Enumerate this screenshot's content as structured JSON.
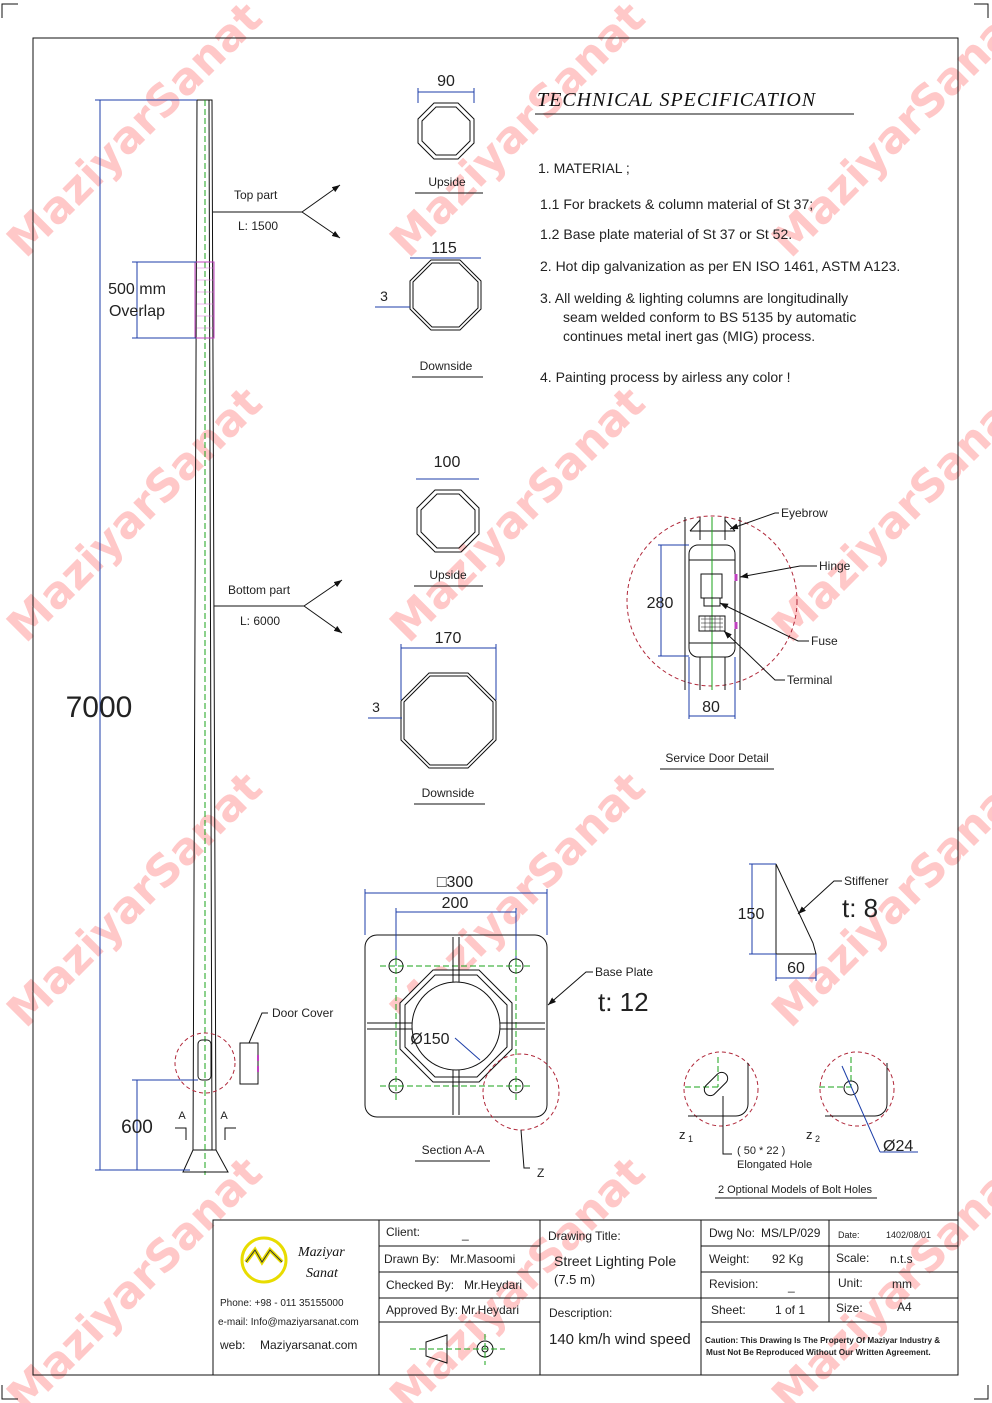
{
  "watermark": "MaziyarSanat",
  "colors": {
    "dimension": "#1c3ea8",
    "centerline": "#1aa31a",
    "detail_circle": "#b0283a",
    "watermark": "#ffc8c8",
    "logo": "#f2e600"
  },
  "pole": {
    "total_height": "7000",
    "overlap_line1": "500 mm",
    "overlap_line2": "Overlap",
    "base_height": "600",
    "top_part_label": "Top part",
    "top_part_length": "L: 1500",
    "bottom_part_label": "Bottom part",
    "bottom_part_length": "L: 6000",
    "door_cover_label": "Door Cover",
    "section_mark": "A"
  },
  "sections": [
    {
      "dim": "90",
      "label": "Upside"
    },
    {
      "dim": "115",
      "thickness": "3",
      "label": "Downside"
    },
    {
      "dim": "100",
      "label": "Upside"
    },
    {
      "dim": "170",
      "thickness": "3",
      "label": "Downside"
    }
  ],
  "spec": {
    "title": "TECHNICAL SPECIFICATION",
    "items": [
      "1. MATERIAL ;",
      "1.1  For brackets & column material of St 37;",
      "1.2  Base plate material of St 37 or St 52.",
      "2.  Hot dip galvanization as per EN ISO 1461, ASTM A123.",
      "3.  All welding & lighting columns are longitudinally",
      "seam welded conform to BS 5135 by automatic",
      "continues metal inert gas (MIG) process.",
      "4.  Painting process by airless any color !"
    ]
  },
  "service_door": {
    "height": "280",
    "width": "80",
    "eyebrow": "Eyebrow",
    "hinge": "Hinge",
    "fuse": "Fuse",
    "terminal": "Terminal",
    "title": "Service Door Detail"
  },
  "base_plate": {
    "outer": "□300",
    "bolt_spacing": "200",
    "hole": "Ø150",
    "label": "Base Plate",
    "thickness": "t: 12",
    "section_title": "Section A-A",
    "detail_mark": "Z"
  },
  "stiffener": {
    "height": "150",
    "width": "60",
    "label": "Stiffener",
    "thickness": "t: 8"
  },
  "bolt_holes": {
    "z1": "z",
    "z1_sub": "1",
    "z2": "z",
    "z2_sub": "2",
    "elongated_size": "( 50 * 22 )",
    "elongated_label": "Elongated Hole",
    "round": "Ø24",
    "title": "2 Optional Models of Bolt Holes"
  },
  "title_block": {
    "company_line1": "Maziyar",
    "company_line2": "Sanat",
    "phone": "Phone: +98 - 011 35155000",
    "email": "e-mail:  Info@maziyarsanat.com",
    "web_label": "web:",
    "web": "Maziyarsanat.com",
    "client_label": "Client:",
    "client": "_",
    "drawn_label": "Drawn By:",
    "drawn": "Mr.Masoomi",
    "checked_label": "Checked By:",
    "checked": "Mr.Heydari",
    "approved_label": "Approved By:",
    "approved": "Mr.Heydari",
    "drawing_title_label": "Drawing Title:",
    "drawing_title_1": "Street Lighting Pole",
    "drawing_title_2": "(7.5 m)",
    "description_label": "Description:",
    "description": "140 km/h wind speed",
    "dwg_label": "Dwg No:",
    "dwg": "MS/LP/029",
    "weight_label": "Weight:",
    "weight": "92 Kg",
    "revision_label": "Revision:",
    "revision": "_",
    "sheet_label": "Sheet:",
    "sheet": "1 of 1",
    "date_label": "Date:",
    "date": "1402/08/01",
    "scale_label": "Scale:",
    "scale": "n.t.s",
    "unit_label": "Unit:",
    "unit": "mm",
    "size_label": "Size:",
    "size": "A4",
    "caution_1": "Caution: This Drawing Is The Property Of Maziyar Industry &",
    "caution_2": "Must Not Be Reproduced Without Our Written Agreement."
  }
}
